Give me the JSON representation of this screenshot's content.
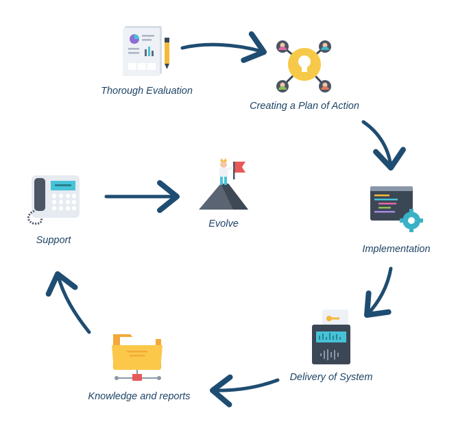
{
  "steps": {
    "evaluation": {
      "label": "Thorough Evaluation",
      "icon": "document-report-icon"
    },
    "plan": {
      "label": "Creating a Plan of Action",
      "icon": "lightbulb-network-icon"
    },
    "implementation": {
      "label": "Implementation",
      "icon": "code-window-gear-icon"
    },
    "delivery": {
      "label": "Delivery of System",
      "icon": "server-key-icon"
    },
    "knowledge": {
      "label": "Knowledge and reports",
      "icon": "folder-network-icon"
    },
    "support": {
      "label": "Support",
      "icon": "desk-phone-icon"
    },
    "evolve": {
      "label": "Evolve",
      "icon": "mountain-summit-flag-icon"
    }
  },
  "colors": {
    "arrow": "#1f4d72",
    "text": "#1d4466"
  }
}
